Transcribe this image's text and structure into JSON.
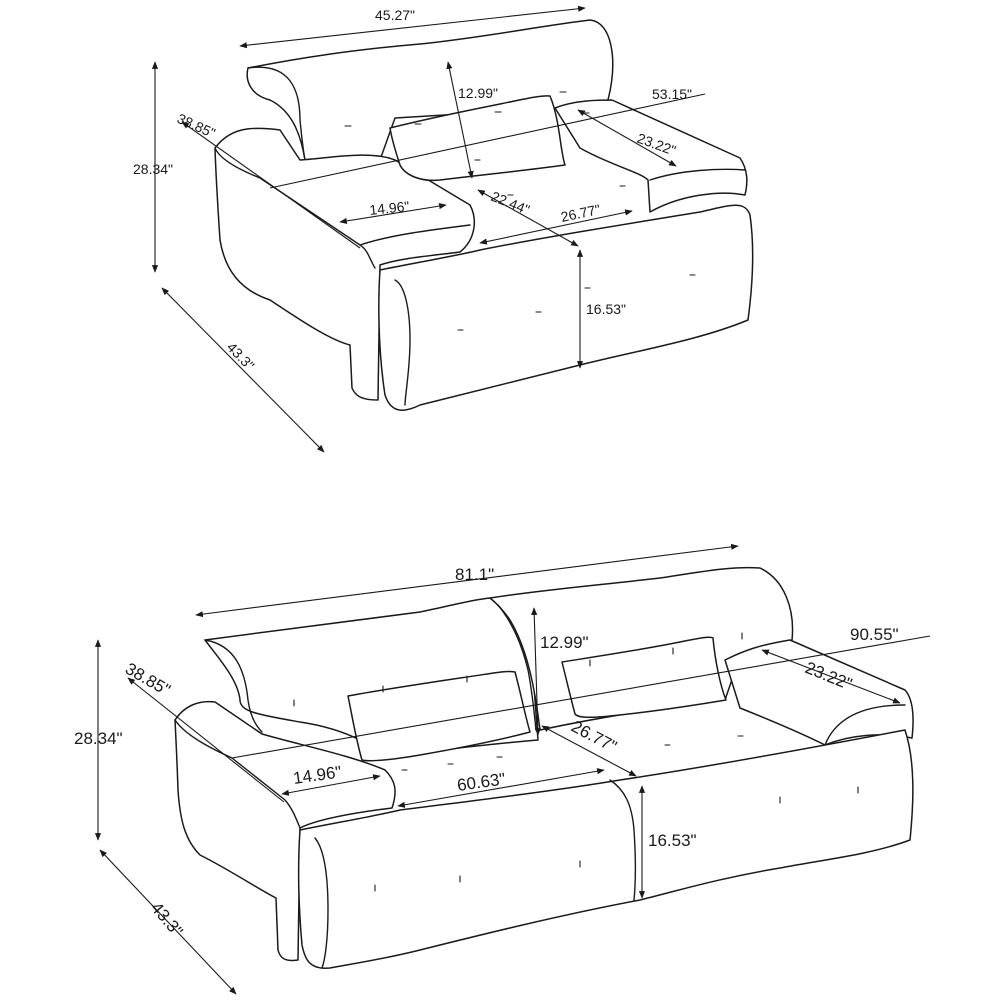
{
  "loveseat": {
    "width_overall": "45.27\"",
    "back_height": "12.99\"",
    "diagonal": "53.15\"",
    "armrest_depth": "23.22\"",
    "height_total": "28.34\"",
    "seat_depth_left": "38.85\"",
    "arm_width": "14.96\"",
    "seat_width": "22.44\"",
    "seat_depth": "26.77\"",
    "seat_height": "16.53\"",
    "depth_total": "43.3\""
  },
  "sofa": {
    "width_overall": "81.1\"",
    "back_height": "12.99\"",
    "diagonal": "90.55\"",
    "armrest_depth": "23.22\"",
    "height_total": "28.34\"",
    "seat_depth_left": "38.85\"",
    "arm_width": "14.96\"",
    "seat_width": "60.63\"",
    "seat_depth": "26.77\"",
    "seat_height": "16.53\"",
    "depth_total": "43.3\""
  }
}
